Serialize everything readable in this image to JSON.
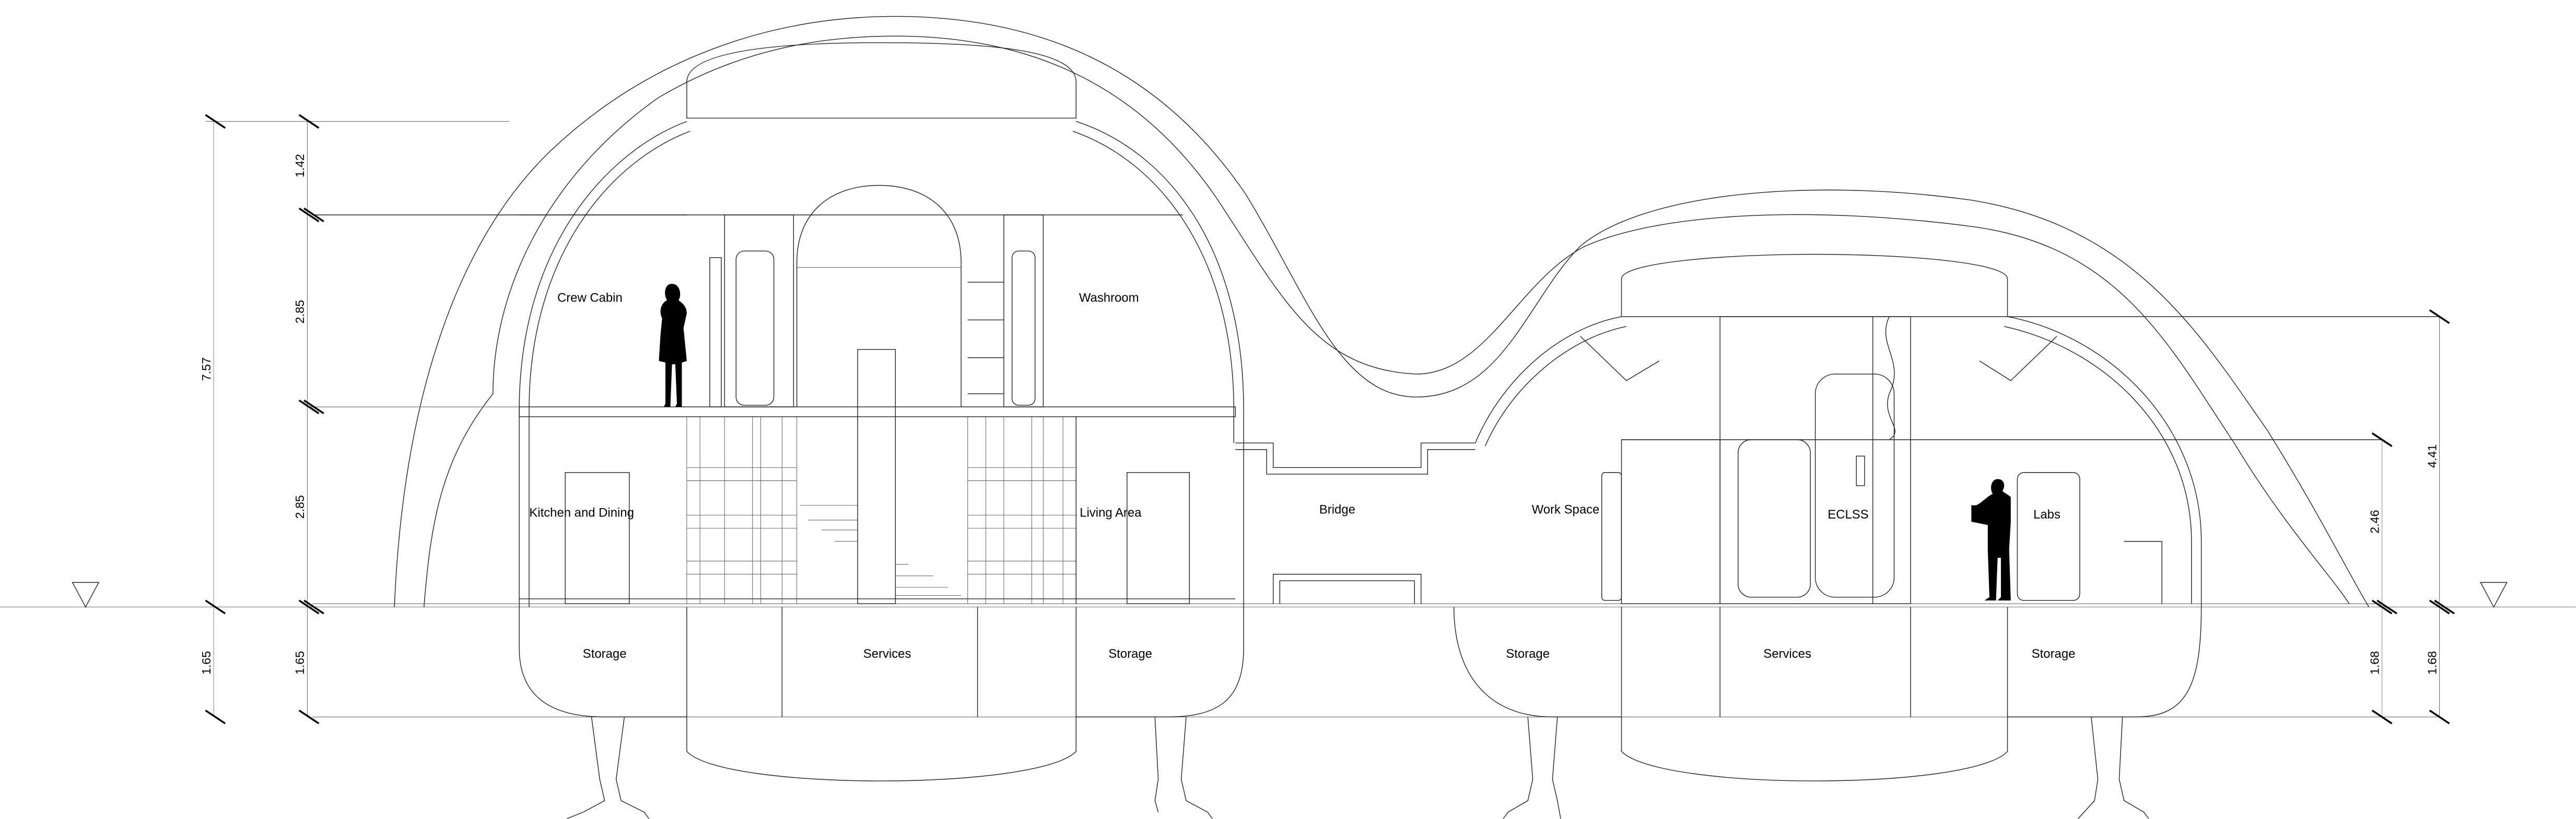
{
  "title": "Habitat section drawing",
  "rooms": {
    "crew_cabin": "Crew Cabin",
    "washroom": "Washroom",
    "kitchen": "Kitchen and Dining",
    "living": "Living Area",
    "bridge": "Bridge",
    "work_space": "Work Space",
    "eclss": "ECLSS",
    "labs": "Labs",
    "storage_1": "Storage",
    "services_1": "Services",
    "storage_2": "Storage",
    "storage_3": "Storage",
    "services_2": "Services",
    "storage_4": "Storage"
  },
  "dimensions": {
    "left_outer": {
      "total": "7.57",
      "below": "1.65"
    },
    "left_inner": {
      "top": "1.42",
      "upper": "2.85",
      "lower": "2.85",
      "below": "1.65"
    },
    "right_inner": {
      "upper": "2.46",
      "below": "1.68"
    },
    "right_outer": {
      "total": "4.41",
      "below": "1.68"
    }
  },
  "colors": {
    "line": "#222222",
    "background": "#ffffff",
    "silhouette": "#000000"
  }
}
